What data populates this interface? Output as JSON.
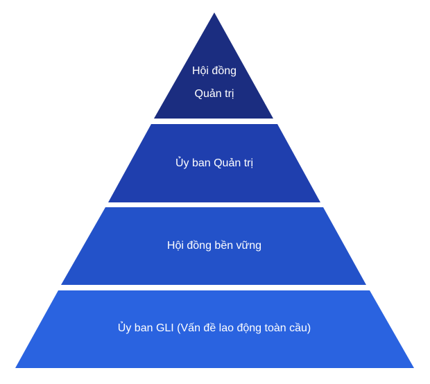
{
  "pyramid": {
    "tiers": [
      {
        "lines": [
          "Hội đồng",
          "Quản trị"
        ],
        "color": "#1b2d80"
      },
      {
        "lines": [
          "Ủy ban Quản trị"
        ],
        "color": "#1f3fae"
      },
      {
        "lines": [
          "Hội đồng bền vững"
        ],
        "color": "#2352c9"
      },
      {
        "lines": [
          "Ủy ban GLI (Vấn đề lao động toàn cầu)"
        ],
        "color": "#2a63e0"
      }
    ]
  }
}
